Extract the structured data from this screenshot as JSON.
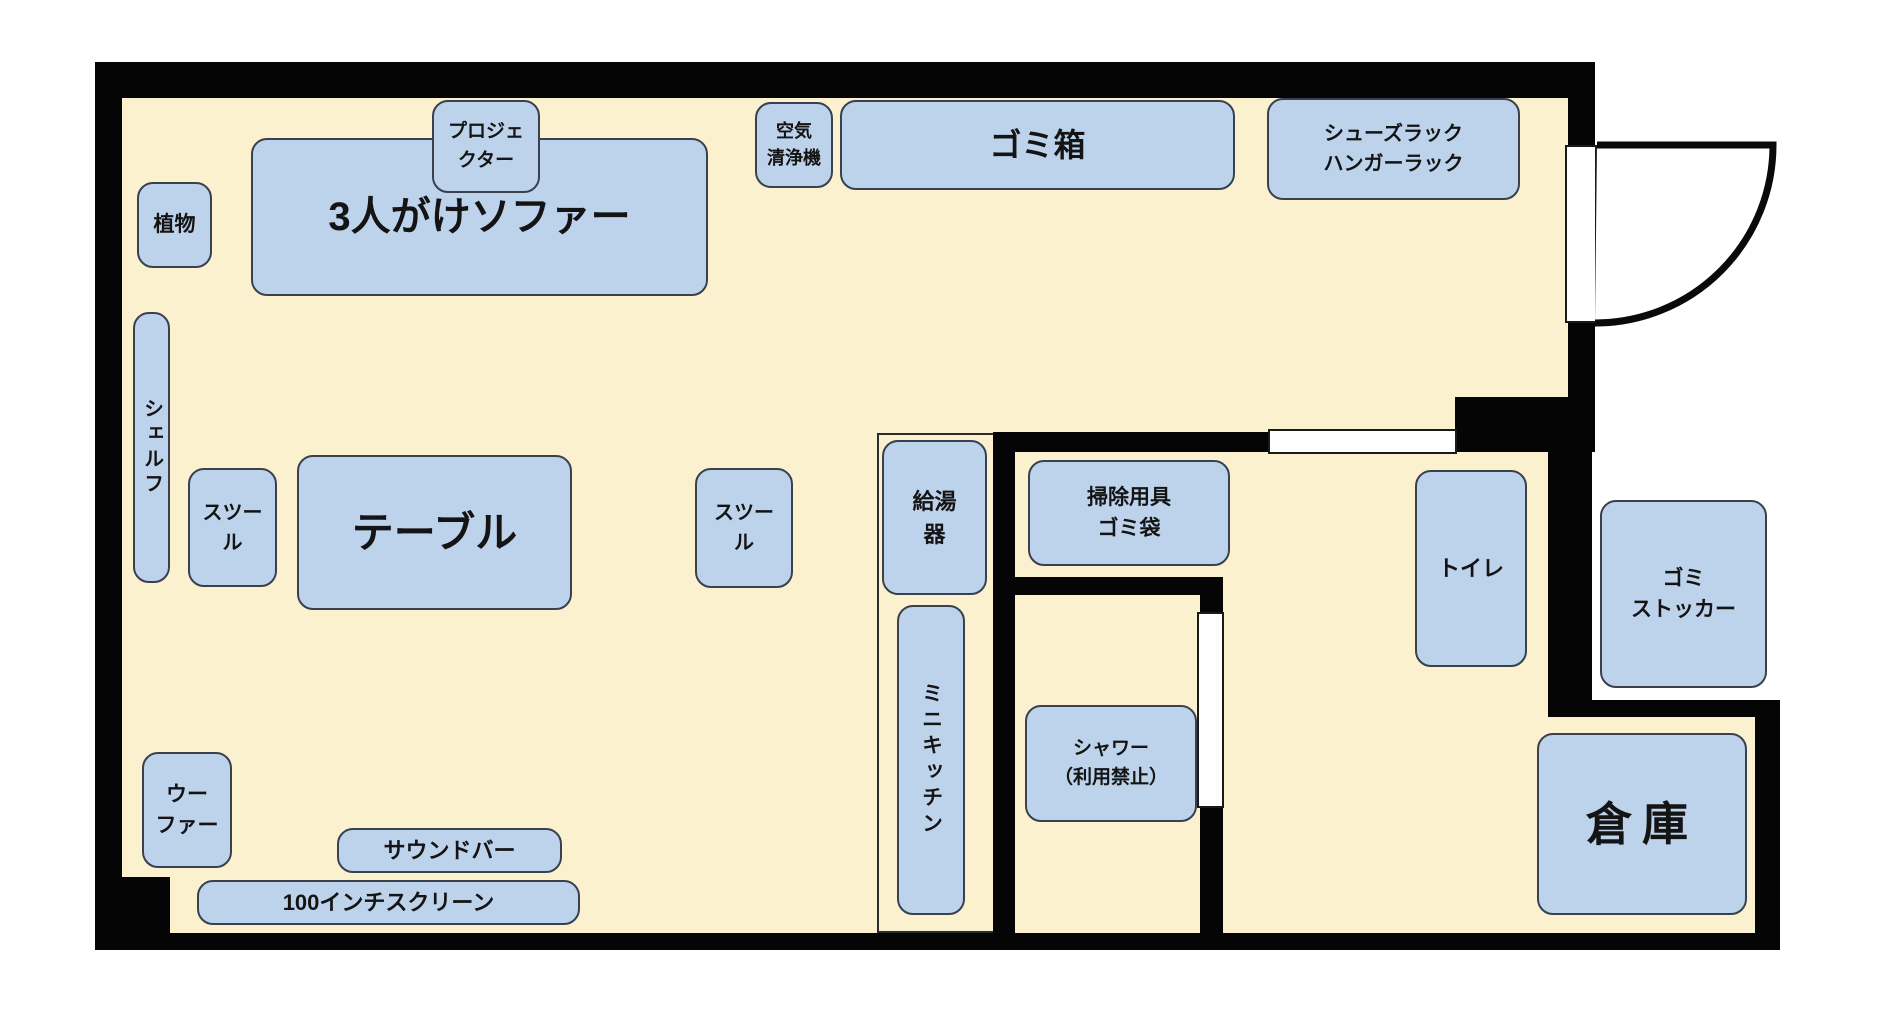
{
  "colors": {
    "floor": "#FBF1CF",
    "furniture_fill": "#BDD3EB",
    "wall": "#050505",
    "background": "#FFFFFF"
  },
  "furniture": [
    {
      "id": "projector",
      "label": "プロジェ\nクター"
    },
    {
      "id": "plant",
      "label": "植物"
    },
    {
      "id": "sofa",
      "label": "3人がけソファー"
    },
    {
      "id": "shelf",
      "label": "シェルフ"
    },
    {
      "id": "stool-left",
      "label": "スツー\nル"
    },
    {
      "id": "table",
      "label": "テーブル"
    },
    {
      "id": "stool-right",
      "label": "スツー\nル"
    },
    {
      "id": "woofer",
      "label": "ウー\nファー"
    },
    {
      "id": "soundbar",
      "label": "サウンドバー"
    },
    {
      "id": "screen",
      "label": "100インチスクリーン"
    },
    {
      "id": "air-purifier",
      "label": "空気\n清浄機"
    },
    {
      "id": "trash-box",
      "label": "ゴミ箱"
    },
    {
      "id": "shoes-rack",
      "label": "シューズラック\nハンガーラック"
    },
    {
      "id": "water-heater",
      "label": "給湯\n器"
    },
    {
      "id": "mini-kitchen",
      "label": "ミニキッチン"
    },
    {
      "id": "cleaning-tools",
      "label": "掃除用具\nゴミ袋"
    },
    {
      "id": "shower",
      "label": "シャワー\n（利用禁止）"
    },
    {
      "id": "toilet",
      "label": "トイレ"
    },
    {
      "id": "garbage-stocker",
      "label": "ゴミ\nストッカー"
    },
    {
      "id": "warehouse",
      "label": "倉庫"
    }
  ]
}
